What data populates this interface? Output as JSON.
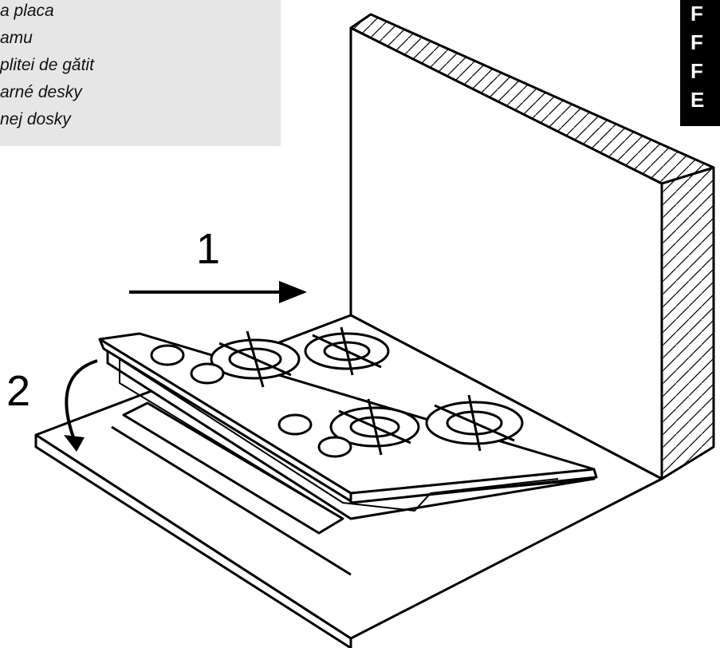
{
  "caption": {
    "lines": [
      "a placa",
      "amu",
      "plitei de gătit",
      "arné desky",
      "nej dosky"
    ]
  },
  "lang_codes": [
    "F",
    "F",
    "F",
    "E"
  ],
  "steps": {
    "step1": "1",
    "step2": "2"
  },
  "colors": {
    "caption_bg": "#e6e6e6",
    "lang_bg": "#000000",
    "ink": "#000000"
  }
}
